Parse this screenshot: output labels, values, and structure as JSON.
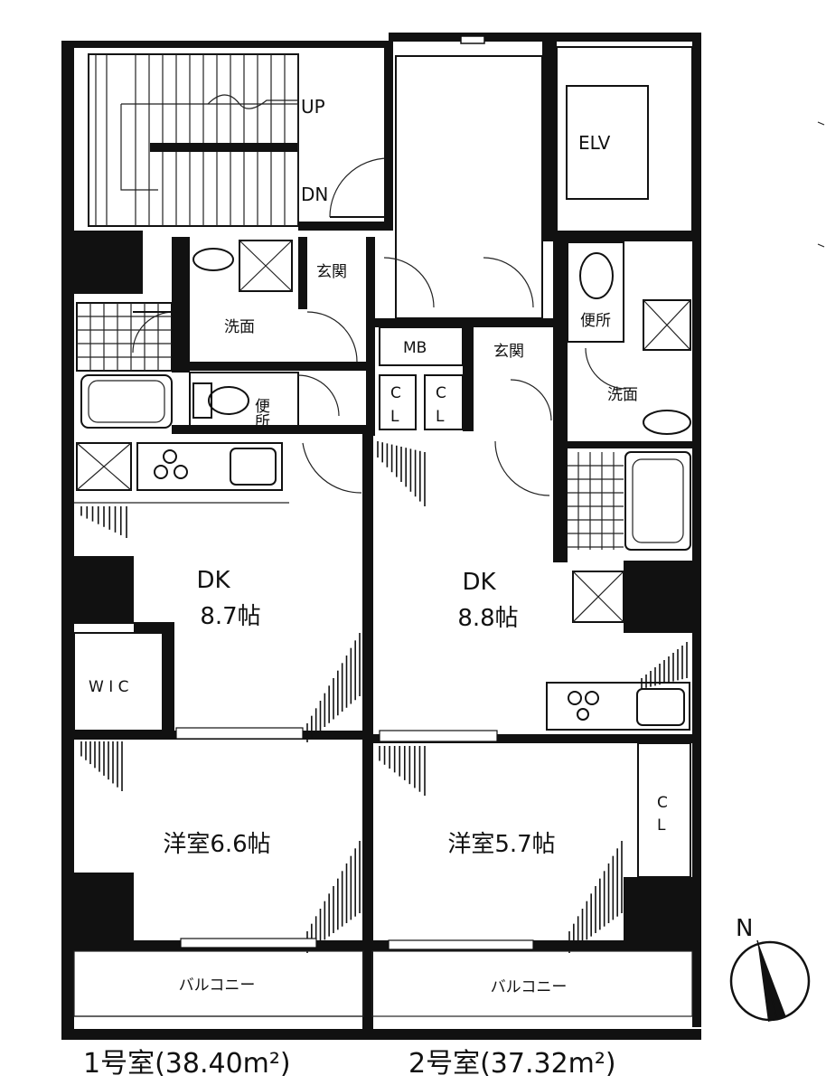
{
  "units": [
    {
      "caption": "1号室(38.40m²)"
    },
    {
      "caption": "2号室(37.32m²)"
    }
  ],
  "rooms": {
    "dk1_name": "DK",
    "dk1_size": "8.7帖",
    "dk2_name": "DK",
    "dk2_size": "8.8帖",
    "bed1": "洋室6.6帖",
    "bed2": "洋室5.7帖",
    "wic": "W I C",
    "balcony1": "バルコニー",
    "balcony2": "バルコニー",
    "genkan1": "玄関",
    "genkan2": "玄関",
    "senmen1": "洗面",
    "senmen2": "洗面",
    "benjo1": "便所",
    "benjo2": "便所",
    "mb": "MB",
    "cl": "CL",
    "elv": "ELV",
    "up": "UP",
    "dn": "DN"
  },
  "compass": {
    "north": "N"
  }
}
